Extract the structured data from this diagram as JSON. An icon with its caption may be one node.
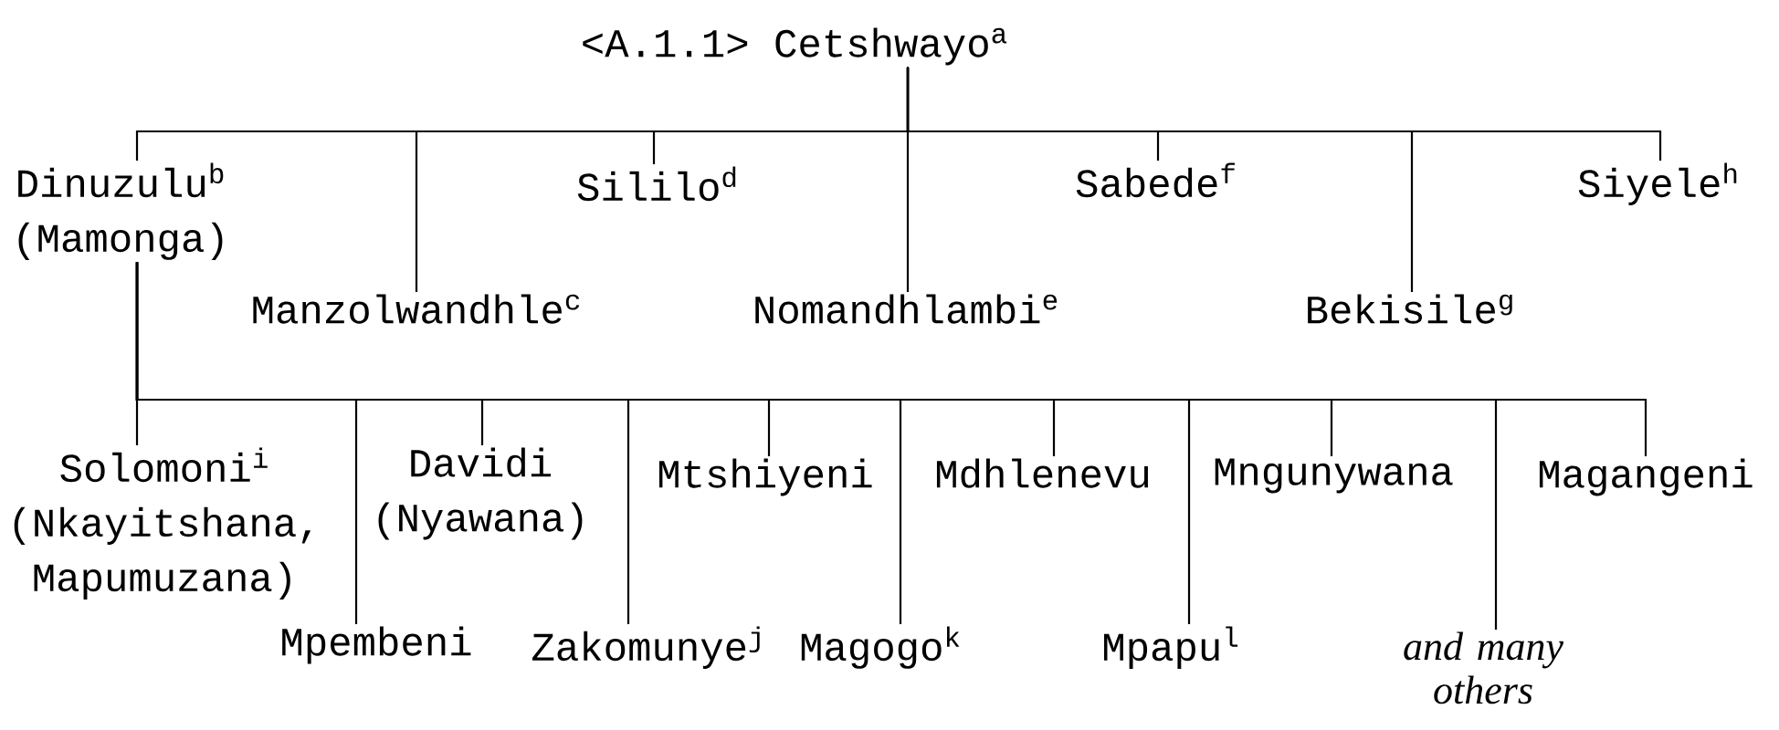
{
  "diagram": {
    "nodes": [
      {
        "text": [
          "<A.1.1> Cetshwayo$^{a}$"
        ]
      },
      {
        "text": [
          "Dinuzulu$^{b}$",
          "(Mamonga)"
        ]
      },
      {
        "text": [
          "Sililo$^{d}$"
        ]
      },
      {
        "text": [
          "Sabede$^{f}$"
        ]
      },
      {
        "text": [
          "Siyele$^{h}$"
        ]
      },
      {
        "text": [
          "Manzolwandhle$^{c}$"
        ]
      },
      {
        "text": [
          "Nomandhlambi$^{e}$"
        ]
      },
      {
        "text": [
          "Bekisile$^{g}$"
        ]
      },
      {
        "text": [
          "Solomoni$^{i}$",
          "(Nkayitshana, Mapumuzana)"
        ]
      },
      {
        "text": [
          "Mpembeni"
        ]
      },
      {
        "text": [
          "Davidi",
          "(Nyawana)"
        ]
      },
      {
        "text": [
          "Zakomunye$^{j}$"
        ]
      },
      {
        "text": [
          "Mtshiyeni"
        ]
      },
      {
        "text": [
          "Magogo$^{k}$"
        ]
      },
      {
        "text": [
          "Mdhlenevu"
        ]
      },
      {
        "text": [
          "Mpapu$^{l}$"
        ]
      },
      {
        "text": [
          "Mngunywana"
        ]
      },
      {
        "text": [
          "and many others"
        ]
      },
      {
        "text": [
          "Magangeni"
        ]
      }
    ],
    "edges": [
      {
        "from": 0,
        "to": 1,
        "arrow": "none"
      },
      {
        "from": 0,
        "to": 2,
        "arrow": "none"
      },
      {
        "from": 0,
        "to": 3,
        "arrow": "none"
      },
      {
        "from": 0,
        "to": 4,
        "arrow": "none"
      },
      {
        "from": 0,
        "to": 5,
        "arrow": "none"
      },
      {
        "from": 0,
        "to": 6,
        "arrow": "none"
      },
      {
        "from": 0,
        "to": 7,
        "arrow": "none"
      },
      {
        "from": 1,
        "to": 8,
        "arrow": "none"
      },
      {
        "from": 1,
        "to": 9,
        "arrow": "none"
      },
      {
        "from": 1,
        "to": 10,
        "arrow": "none"
      },
      {
        "from": 1,
        "to": 11,
        "arrow": "none"
      },
      {
        "from": 1,
        "to": 12,
        "arrow": "none"
      },
      {
        "from": 1,
        "to": 13,
        "arrow": "none"
      },
      {
        "from": 1,
        "to": 14,
        "arrow": "none"
      },
      {
        "from": 1,
        "to": 15,
        "arrow": "none"
      },
      {
        "from": 1,
        "to": 16,
        "arrow": "none"
      },
      {
        "from": 1,
        "to": 17,
        "arrow": "none"
      },
      {
        "from": 1,
        "to": 18,
        "arrow": "none"
      }
    ]
  }
}
